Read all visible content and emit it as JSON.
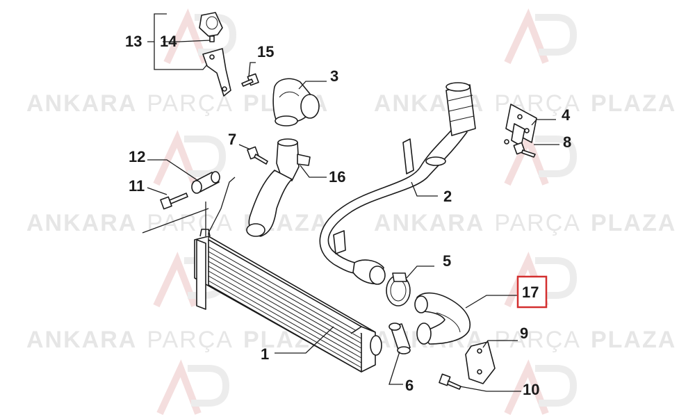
{
  "watermark": {
    "word1": "ANKARA",
    "word2": "PARÇA",
    "word3": "PLAZA"
  },
  "callouts": [
    {
      "id": "c1",
      "text": "1"
    },
    {
      "id": "c2",
      "text": "2"
    },
    {
      "id": "c3",
      "text": "3"
    },
    {
      "id": "c4",
      "text": "4"
    },
    {
      "id": "c5",
      "text": "5"
    },
    {
      "id": "c6",
      "text": "6"
    },
    {
      "id": "c7",
      "text": "7"
    },
    {
      "id": "c8",
      "text": "8"
    },
    {
      "id": "c9",
      "text": "9"
    },
    {
      "id": "c10",
      "text": "10"
    },
    {
      "id": "c11",
      "text": "11"
    },
    {
      "id": "c12",
      "text": "12"
    },
    {
      "id": "c13",
      "text": "13"
    },
    {
      "id": "c14",
      "text": "14"
    },
    {
      "id": "c15",
      "text": "15"
    },
    {
      "id": "c16",
      "text": "16"
    },
    {
      "id": "c17",
      "text": "17",
      "highlighted": true
    }
  ],
  "colors": {
    "highlight": "#d32f2f",
    "ink": "#1a1a1a",
    "watermark": "#e6e6e6"
  }
}
